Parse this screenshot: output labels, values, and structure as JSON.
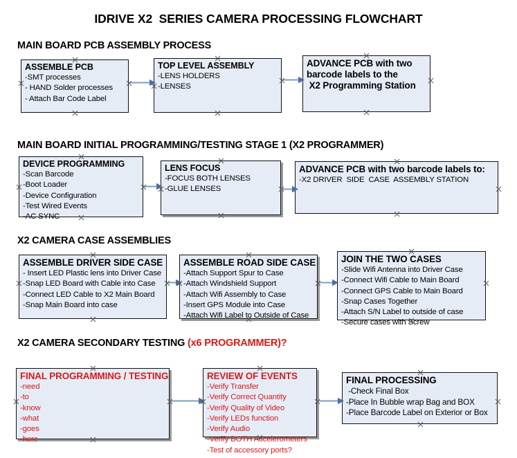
{
  "title": "IDRIVE X2  SERIES CAMERA PROCESSING FLOWCHART",
  "colors": {
    "box_fill": "#e6ecf6",
    "box_border": "#111111",
    "arrow": "#7f9dc0",
    "accent_red": "#d61a1a",
    "text": "#000000"
  },
  "sections": [
    {
      "heading": "MAIN BOARD PCB ASSEMBLY PROCESS",
      "heading_accent": "",
      "boxes": [
        {
          "title": "ASSEMBLE PCB",
          "lines": [
            "-SMT processes",
            "- HAND Solder processes",
            "- Attach Bar Code Label"
          ]
        },
        {
          "title": "TOP LEVEL ASSEMBLY",
          "lines": [
            "-LENS HOLDERS",
            "-LENSES"
          ]
        },
        {
          "title": "ADVANCE PCB with two",
          "lines": [
            "barcode labels to the",
            " X2 Programming Station"
          ]
        }
      ]
    },
    {
      "heading": "MAIN BOARD INITIAL PROGRAMMING/TESTING STAGE 1 (X2 PROGRAMMER)",
      "heading_accent": "",
      "boxes": [
        {
          "title": "DEVICE PROGRAMMING",
          "lines": [
            "-Scan Barcode",
            "-Boot Loader",
            "-Device Configuration",
            "-Test Wired Events",
            "-AC SYNC"
          ]
        },
        {
          "title": "LENS FOCUS",
          "lines": [
            "-FOCUS BOTH LENSES",
            "-GLUE LENSES"
          ]
        },
        {
          "title": "ADVANCE PCB with two barcode labels to:",
          "lines": [
            "-X2 DRIVER  SIDE  CASE  ASSEMBLY STATION"
          ]
        }
      ]
    },
    {
      "heading": "X2 CAMERA CASE ASSEMBLIES",
      "heading_accent": "",
      "boxes": [
        {
          "title": "ASSEMBLE DRIVER SIDE CASE",
          "lines": [
            "- Insert LED Plastic lens into Driver Case",
            "-Snap LED Board with Cable into Case",
            "-Connect LED Cable to X2 Main Board",
            "-Snap Main Board into case"
          ]
        },
        {
          "title": "ASSEMBLE ROAD SIDE CASE",
          "lines": [
            "-Attach Support Spur to Case",
            "-Attach Windshield Support",
            "-Attach Wifi Assembly to Case",
            "-Insert GPS Module into Case",
            "-Attach Wifi Label to Outside of Case"
          ]
        },
        {
          "title": "JOIN THE TWO CASES",
          "lines": [
            "-Slide Wifi Antenna into Driver Case",
            "-Connect Wifi Cable to Main Board",
            "-Connect GPS Cable to Main Board",
            "-Snap Cases Together",
            "-Attach S/N Label to outside of case",
            "-Secure cases with Screw"
          ]
        }
      ]
    },
    {
      "heading": "X2 CAMERA SECONDARY TESTING ",
      "heading_accent": "(x6 PROGRAMMER)?",
      "boxes": [
        {
          "title": "FINAL PROGRAMMING / TESTING",
          "lines": [
            "-need",
            "-to",
            "-know",
            "-what",
            "-goes",
            "-here"
          ]
        },
        {
          "title": "REVIEW OF EVENTS",
          "lines": [
            "-Verify Transfer",
            "-Verify Correct Quantity",
            "-Verify Quality of Video",
            "-Verify LEDs function",
            "-Verify Audio",
            "-Verify BOTH Accelerometers",
            "-Test of accessory ports?"
          ]
        },
        {
          "title": "FINAL PROCESSING",
          "lines": [
            " -Check Final Box",
            "-Place In Bubble wrap Bag and BOX",
            "-Place Barcode Label on Exterior or Box"
          ]
        }
      ]
    }
  ]
}
